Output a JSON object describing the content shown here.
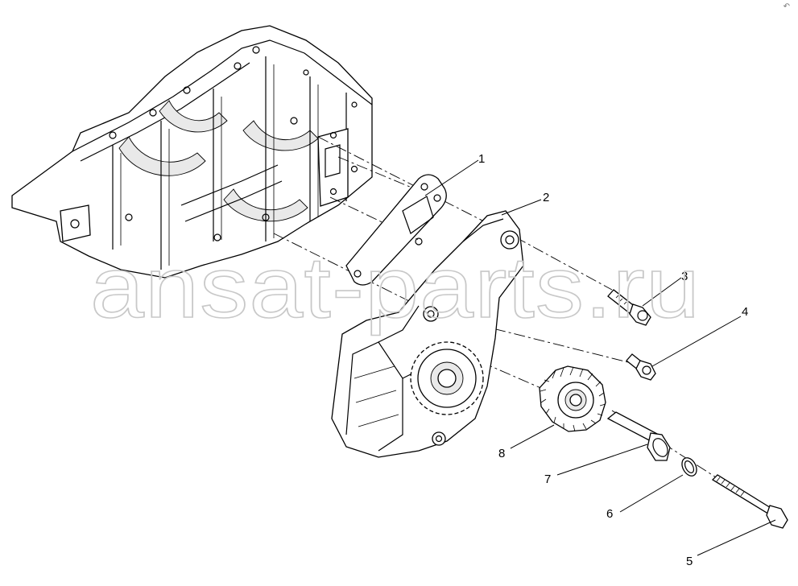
{
  "watermark": "ansat-parts.ru",
  "corner_mark": "↶",
  "callouts": [
    {
      "id": "1",
      "label": "1"
    },
    {
      "id": "2",
      "label": "2"
    },
    {
      "id": "3",
      "label": "3"
    },
    {
      "id": "4",
      "label": "4"
    },
    {
      "id": "5",
      "label": "5"
    },
    {
      "id": "6",
      "label": "6"
    },
    {
      "id": "7",
      "label": "7"
    },
    {
      "id": "8",
      "label": "8"
    }
  ]
}
